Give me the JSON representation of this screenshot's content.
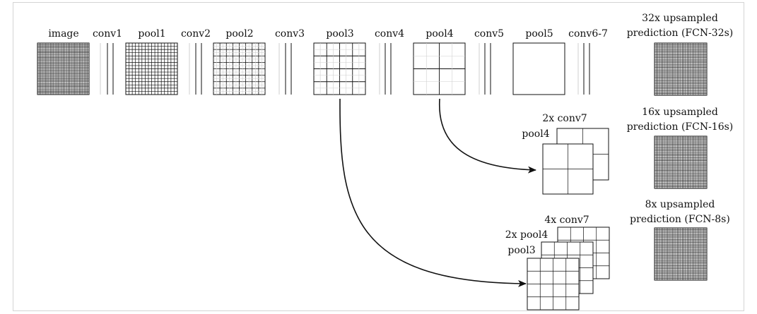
{
  "labels": {
    "image": "image",
    "conv1": "conv1",
    "pool1": "pool1",
    "conv2": "conv2",
    "pool2": "pool2",
    "conv3": "conv3",
    "pool3": "pool3",
    "conv4": "conv4",
    "pool4": "pool4",
    "conv5": "conv5",
    "pool5": "pool5",
    "conv67": "conv6-7"
  },
  "fcn32": {
    "line1": "32x upsampled",
    "line2": "prediction (FCN-32s)"
  },
  "fcn16": {
    "line1": "16x upsampled",
    "line2": "prediction (FCN-16s)"
  },
  "fcn8": {
    "line1": "8x upsampled",
    "line2": "prediction (FCN-8s)"
  },
  "stack16": {
    "conv7": "2x conv7",
    "pool4": "pool4"
  },
  "stack8": {
    "conv7": "4x conv7",
    "pool4": "2x pool4",
    "pool3": "pool3"
  },
  "colors": {
    "stroke": "#111111",
    "faint": "#cfcfcf",
    "frame": "#d4d4d4"
  }
}
